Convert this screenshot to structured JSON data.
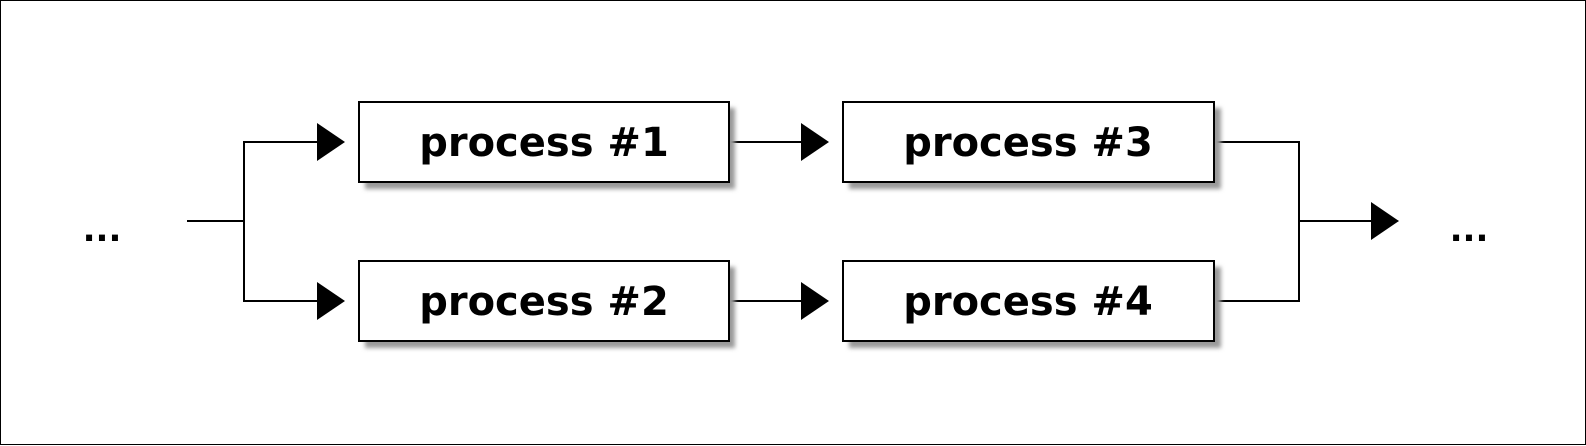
{
  "diagram": {
    "nodes": [
      {
        "id": "p1",
        "label": "process #1"
      },
      {
        "id": "p2",
        "label": "process #2"
      },
      {
        "id": "p3",
        "label": "process #3"
      },
      {
        "id": "p4",
        "label": "process #4"
      }
    ],
    "edges": [
      {
        "from": "input",
        "to": "p1"
      },
      {
        "from": "input",
        "to": "p2"
      },
      {
        "from": "p1",
        "to": "p3"
      },
      {
        "from": "p2",
        "to": "p4"
      },
      {
        "from": "p3",
        "to": "output"
      },
      {
        "from": "p4",
        "to": "output"
      }
    ],
    "input_label": "...",
    "output_label": "..."
  },
  "colors": {
    "stroke": "#000000",
    "box_fill": "#ffffff",
    "shadow": "#9a9a9a"
  }
}
